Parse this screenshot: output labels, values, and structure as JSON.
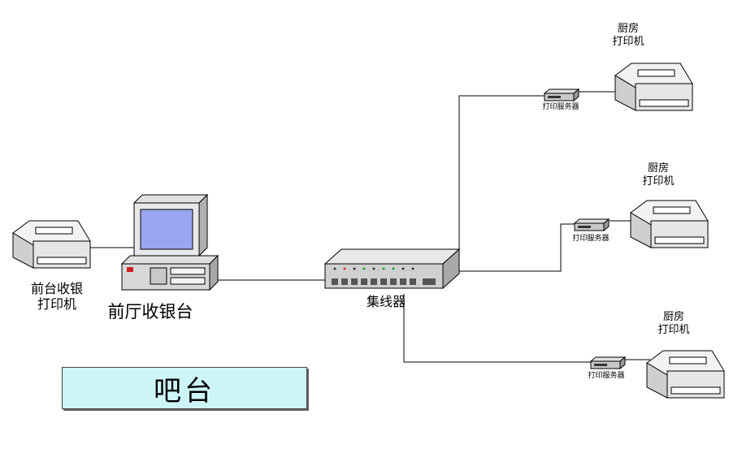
{
  "labels": {
    "kitchen_printer_1": "厨房\n打印机",
    "kitchen_printer_2": "厨房\n打印机",
    "kitchen_printer_3": "厨房\n打印机",
    "print_server_1": "打印服务器",
    "print_server_2": "打印服务器",
    "print_server_3": "打印服务器",
    "front_printer": "前台收银\n打印机",
    "front_desk": "前厅收银台",
    "hub": "集线器",
    "bar": "吧台"
  },
  "colors": {
    "line": "#000000",
    "device_fill": "#d8d8d8",
    "screen": "#9aa6f0",
    "bar_fill": "#cdf5f7"
  }
}
